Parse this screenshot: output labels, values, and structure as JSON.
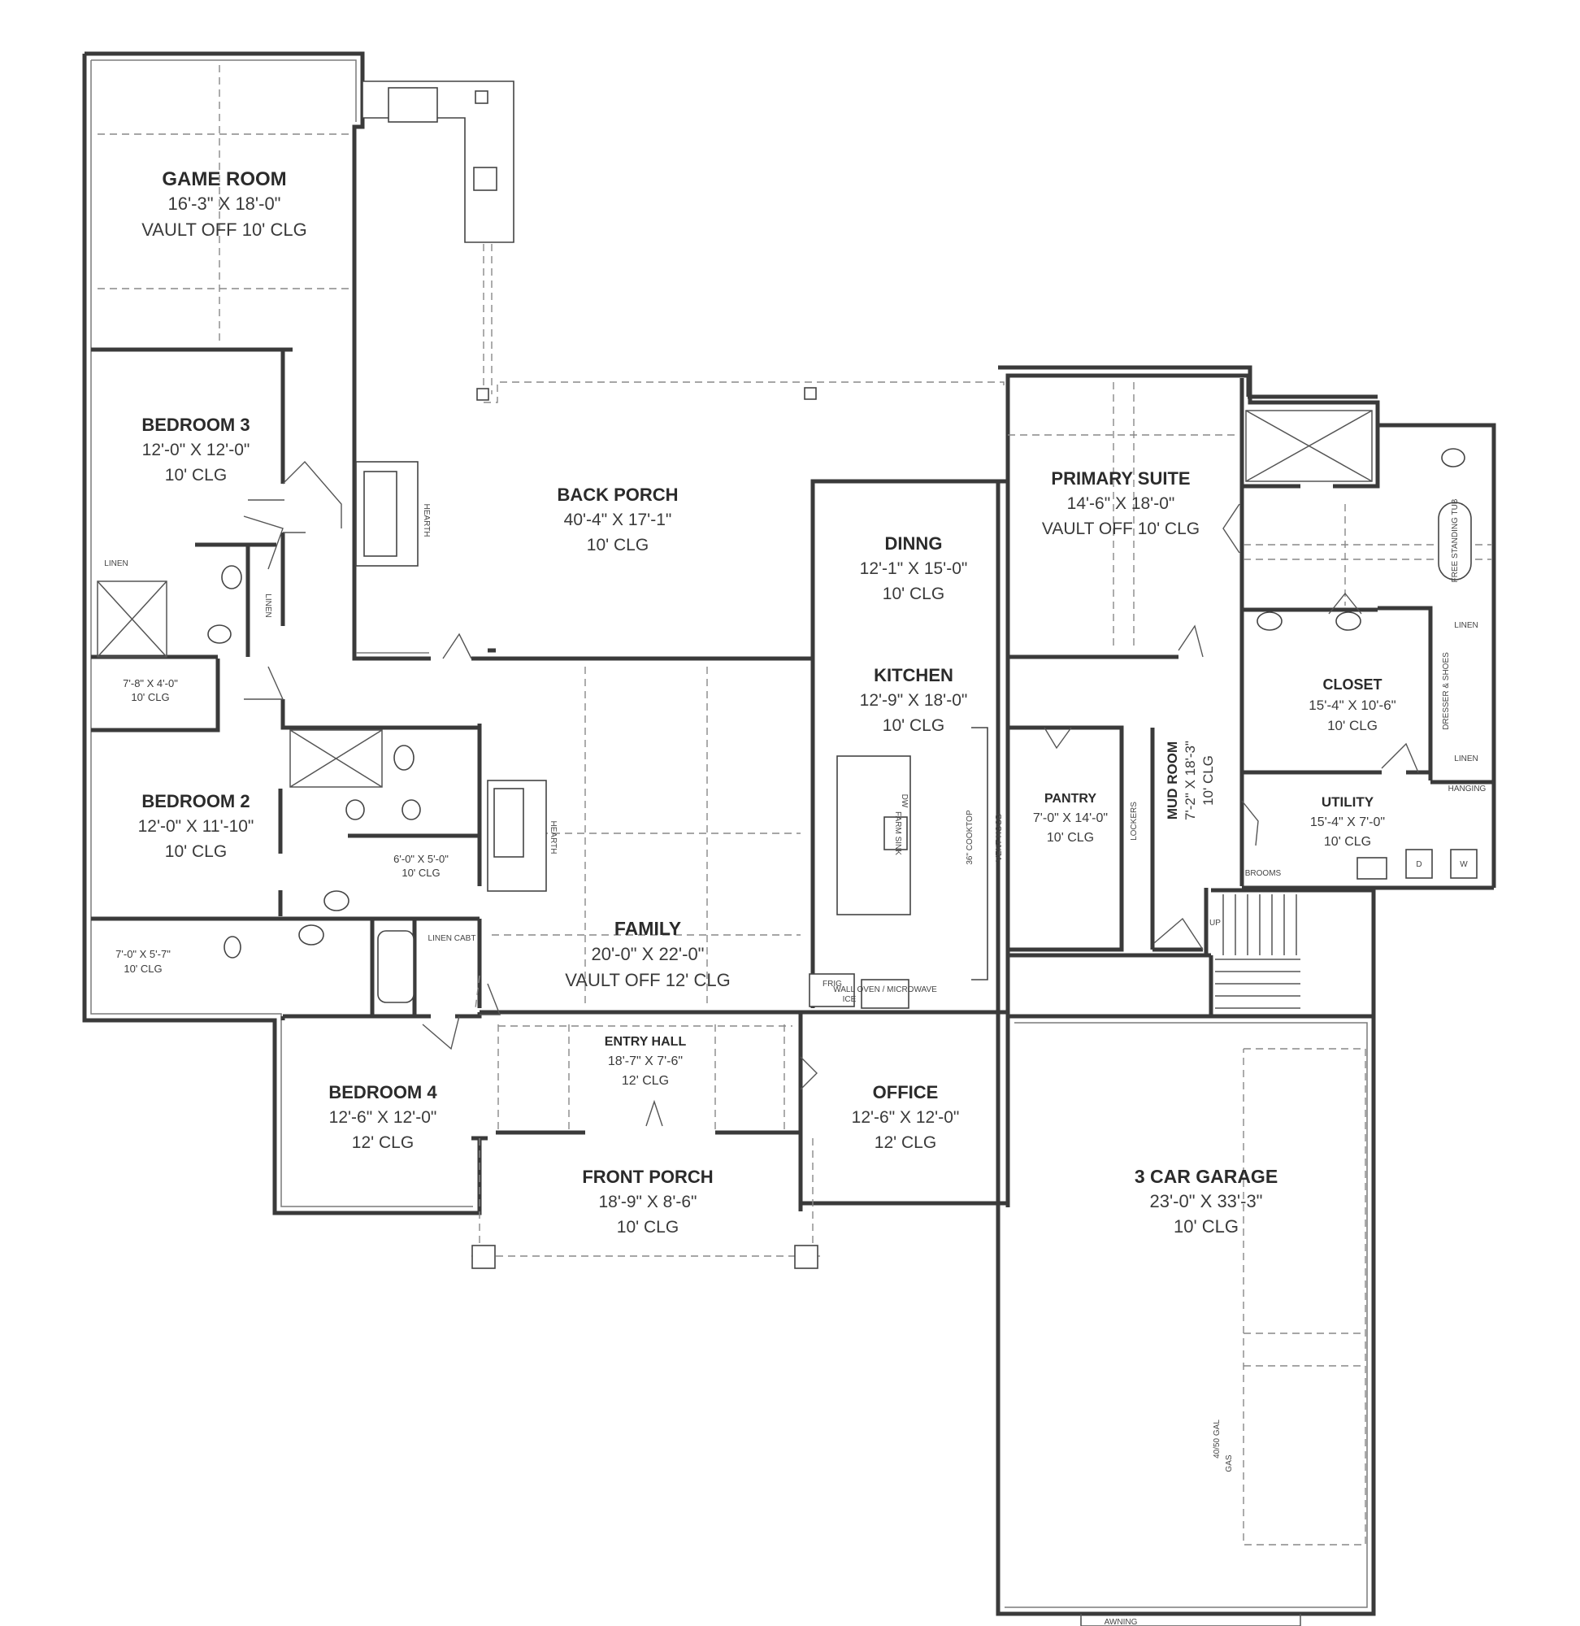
{
  "rooms": {
    "game_room": {
      "name": "GAME ROOM",
      "dim": "16'-3\" X 18'-0\"",
      "clg": "VAULT OFF 10' CLG"
    },
    "bedroom3": {
      "name": "BEDROOM 3",
      "dim": "12'-0\" X 12'-0\"",
      "clg": "10' CLG"
    },
    "bath3": {
      "dim": "7'-8\" X 4'-0\"",
      "clg": "10' CLG"
    },
    "bedroom2": {
      "name": "BEDROOM 2",
      "dim": "12'-0\" X 11'-10\"",
      "clg": "10' CLG"
    },
    "bath2": {
      "dim": "6'-0\" X 5'-0\"",
      "clg": "10' CLG"
    },
    "bath4": {
      "dim": "7'-0\" X 5'-7\"",
      "clg": "10' CLG"
    },
    "bedroom4": {
      "name": "BEDROOM 4",
      "dim": "12'-6\" X 12'-0\"",
      "clg": "12' CLG"
    },
    "back_porch": {
      "name": "BACK PORCH",
      "dim": "40'-4\" X 17'-1\"",
      "clg": "10' CLG"
    },
    "dinning": {
      "name": "DINNG",
      "dim": "12'-1\" X 15'-0\"",
      "clg": "10' CLG"
    },
    "kitchen": {
      "name": "KITCHEN",
      "dim": "12'-9\" X 18'-0\"",
      "clg": "10' CLG"
    },
    "family": {
      "name": "FAMILY",
      "dim": "20'-0\" X 22'-0\"",
      "clg": "VAULT OFF 12' CLG"
    },
    "entry_hall": {
      "name": "ENTRY HALL",
      "dim": "18'-7\" X 7'-6\"",
      "clg": "12' CLG"
    },
    "front_porch": {
      "name": "FRONT PORCH",
      "dim": "18'-9\" X 8'-6\"",
      "clg": "10' CLG"
    },
    "office": {
      "name": "OFFICE",
      "dim": "12'-6\" X 12'-0\"",
      "clg": "12' CLG"
    },
    "primary_suite": {
      "name": "PRIMARY SUITE",
      "dim": "14'-6\" X 18'-0\"",
      "clg": "VAULT OFF 10' CLG"
    },
    "pantry": {
      "name": "PANTRY",
      "dim": "7'-0\" X 14'-0\"",
      "clg": "10' CLG"
    },
    "mud_room": {
      "name": "MUD ROOM",
      "dim": "7'-2\" X 18'-3\"",
      "clg": "10' CLG"
    },
    "closet": {
      "name": "CLOSET",
      "dim": "15'-4\" X 10'-6\"",
      "clg": "10' CLG"
    },
    "utility": {
      "name": "UTILITY",
      "dim": "15'-4\" X 7'-0\"",
      "clg": "10' CLG"
    },
    "garage": {
      "name": "3 CAR GARAGE",
      "dim": "23'-0\" X 33'-3\"",
      "clg": "10' CLG"
    }
  },
  "labels": {
    "linen": "LINEN",
    "linen_cabt": "LINEN CABT",
    "hearth": "HEARTH",
    "lockers": "LOCKERS",
    "brooms": "BROOMS",
    "hanging": "HANGING",
    "dresser_shoes": "DRESSER & SHOES",
    "free_standing_tub": "FREE STANDING TUB",
    "frig": "FRIG",
    "ice": "ICE",
    "wall_oven": "WALL OVEN / MICROWAVE",
    "dw": "DW",
    "farm_sink": "FARM SINK",
    "cooktop": "36\" COOKTOP",
    "vent_hood": "VENT HOOD",
    "up": "UP",
    "awning": "AWNING",
    "dryer": "D",
    "washer": "W",
    "gas": "GAS",
    "water_heater": "40/50 GAL"
  }
}
